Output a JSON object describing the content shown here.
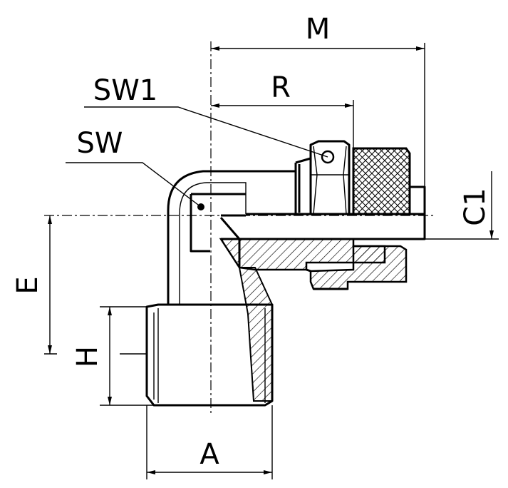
{
  "labels": {
    "M": "M",
    "R": "R",
    "SW1": "SW1",
    "SW": "SW",
    "C1": "C1",
    "E": "E",
    "H": "H",
    "A": "A"
  }
}
